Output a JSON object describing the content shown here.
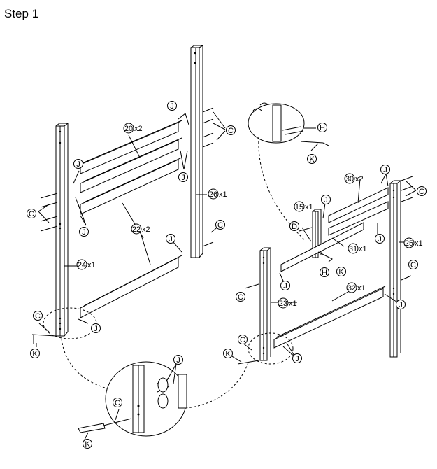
{
  "title": "Step 1",
  "parts": {
    "p20": {
      "num": "20",
      "qty": "x2"
    },
    "p22": {
      "num": "22",
      "qty": "x2"
    },
    "p24": {
      "num": "24",
      "qty": "x1"
    },
    "p26": {
      "num": "26",
      "qty": "x1"
    },
    "p30": {
      "num": "30",
      "qty": "x2"
    },
    "p15": {
      "num": "15",
      "qty": "x1"
    },
    "p31": {
      "num": "31",
      "qty": "x1"
    },
    "p25": {
      "num": "25",
      "qty": "x1"
    },
    "p23": {
      "num": "23",
      "qty": "x1"
    },
    "p32": {
      "num": "32",
      "qty": "x1"
    }
  },
  "letters": {
    "J": "J",
    "C": "C",
    "K": "K",
    "H": "H",
    "D": "D"
  }
}
